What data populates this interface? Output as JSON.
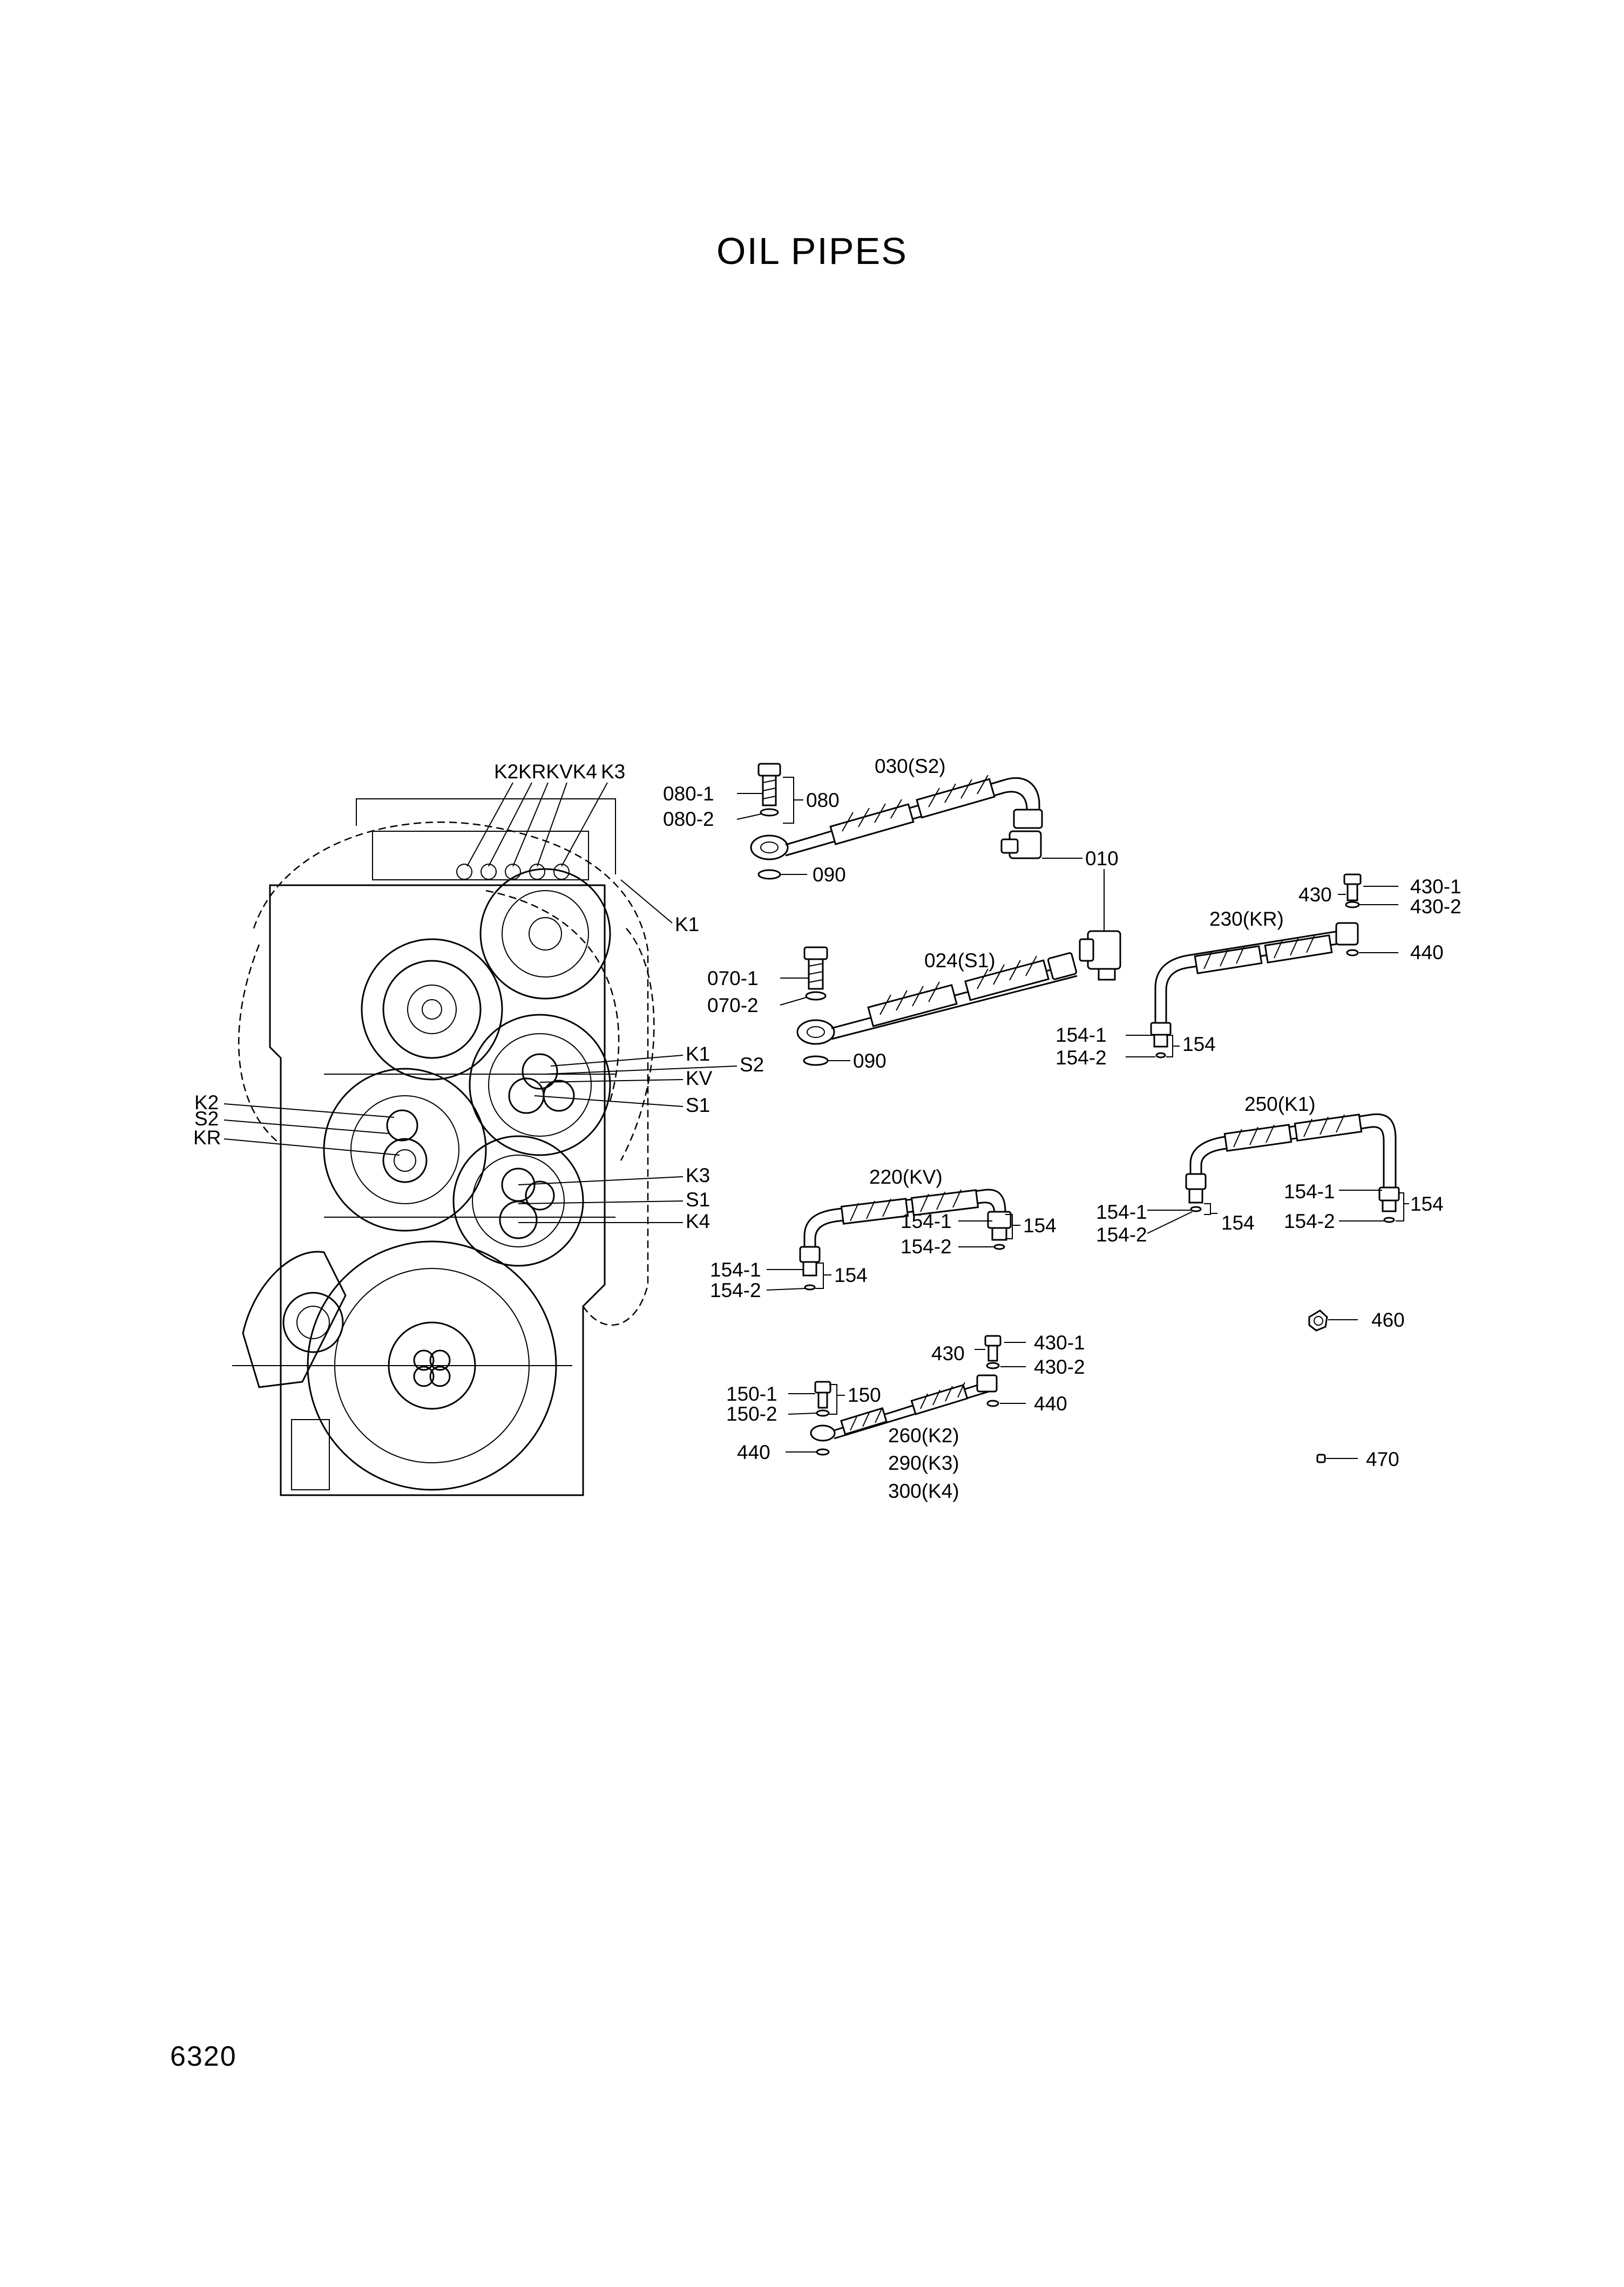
{
  "title": "OIL PIPES",
  "page_number": "6320",
  "assembly_labels": {
    "top_k2": "K2",
    "top_krkvk4": "KRKVK4",
    "top_k3": "K3",
    "right_k1_top": "K1",
    "right_k1": "K1",
    "right_s2": "S2",
    "right_kv": "KV",
    "right_s1_upper": "S1",
    "left_k2": "K2",
    "left_s2": "S2",
    "left_kr": "KR",
    "right_k3": "K3",
    "right_s1_lower": "S1",
    "right_k4": "K4"
  },
  "callouts": {
    "p080_1": "080-1",
    "p080_2": "080-2",
    "p080": "080",
    "p090_top": "090",
    "p030": "030(S2)",
    "p010": "010",
    "p070_1": "070-1",
    "p070_2": "070-2",
    "p024": "024(S1)",
    "p090_mid": "090",
    "p430_top": "430",
    "p430_1_top": "430-1",
    "p430_2_top": "430-2",
    "p230": "230(KR)",
    "p440_top": "440",
    "p154_1_a": "154-1",
    "p154_a": "154",
    "p154_2_a": "154-2",
    "p250": "250(K1)",
    "p154_1_b": "154-1",
    "p154_b": "154",
    "p154_2_b": "154-2",
    "p154_1_c": "154-1",
    "p154_c": "154",
    "p154_2_c": "154-2",
    "p220": "220(KV)",
    "p154_1_d": "154-1",
    "p154_d": "154",
    "p154_2_d": "154-2",
    "p154_1_e": "154-1",
    "p154_e": "154",
    "p154_2_e": "154-2",
    "p460": "460",
    "p430_bottom": "430",
    "p430_1_bottom": "430-1",
    "p430_2_bottom": "430-2",
    "p150_1": "150-1",
    "p150": "150",
    "p150_2": "150-2",
    "p440_bottom_right": "440",
    "p440_bottom_left": "440",
    "p260": "260(K2)",
    "p290": "290(K3)",
    "p300": "300(K4)",
    "p470": "470"
  }
}
